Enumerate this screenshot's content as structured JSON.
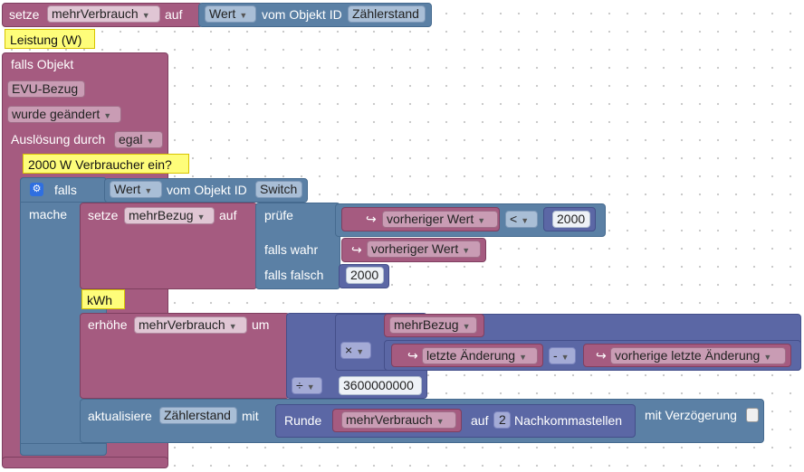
{
  "top_block": {
    "set_label": "setze",
    "var_name": "mehrVerbrauch",
    "on_label": "auf",
    "field_value": "Wert",
    "from_object_label": "vom Objekt ID",
    "object_id": "Zählerstand"
  },
  "comment_leistung": "Leistung (W)",
  "trigger": {
    "if_object_label": "falls Objekt",
    "object_name": "EVU-Bezug",
    "changed_label": "wurde geändert",
    "trigger_by_label": "Auslösung durch",
    "trigger_value": "egal"
  },
  "comment_2000w": "2000 W Verbraucher ein?",
  "if_block": {
    "if_label": "falls",
    "do_label": "mache",
    "cond_value": "Wert",
    "from_object_label": "vom Objekt ID",
    "object_id": "Switch"
  },
  "set_mehrbezug": {
    "set_label": "setze",
    "var_name": "mehrBezug",
    "on_label": "auf",
    "test_label": "prüfe",
    "prev_value_label": "vorheriger Wert",
    "compare_op": "<",
    "compare_num": "2000",
    "if_true_label": "falls wahr",
    "if_true_value": "vorheriger Wert",
    "if_false_label": "falls falsch",
    "if_false_value": "2000"
  },
  "comment_kwh": "kWh",
  "increase": {
    "increase_label": "erhöhe",
    "var_name": "mehrVerbrauch",
    "by_label": "um",
    "var_bezug": "mehrBezug",
    "multiply_op": "×",
    "last_change_label": "letzte Änderung",
    "minus_op": "-",
    "prev_last_change_label": "vorherige letzte Änderung",
    "divide_op": "÷",
    "divisor": "3600000000"
  },
  "update": {
    "update_label": "aktualisiere",
    "object_id": "Zählerstand",
    "with_label": "mit",
    "round_label": "Runde",
    "var_name": "mehrVerbrauch",
    "on_label": "auf",
    "decimals": "2",
    "decimals_label": "Nachkommastellen",
    "delay_label": "mit Verzögerung"
  },
  "colors": {
    "variables": "#a5587c",
    "logic": "#5b80a5",
    "math": "#5b67a5",
    "comment": "#fefd7a"
  }
}
